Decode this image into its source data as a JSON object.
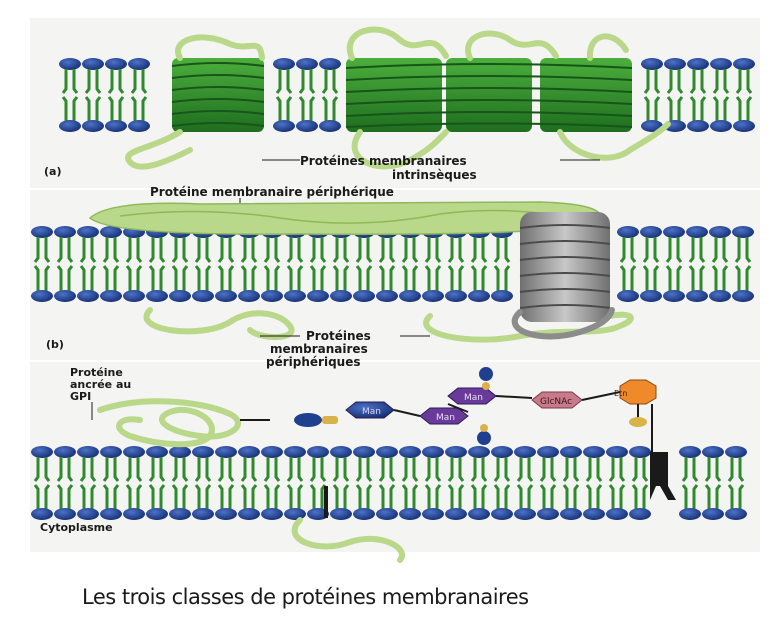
{
  "panel_a": {
    "letter": "(a)",
    "label_line1": "Protéines membranaires",
    "label_line2": "intrinsèques"
  },
  "panel_b": {
    "letter": "(b)",
    "top_label": "Protéine membranaire périphérique",
    "label_line1": "Protéines",
    "label_line2": "membranaires",
    "label_line3": "périphériques"
  },
  "panel_c": {
    "anchor_line1": "Protéine",
    "anchor_line2": "ancrée au",
    "anchor_line3": "GPI",
    "sugars": [
      "Man",
      "Man",
      "Man",
      "GlcNAc",
      "Etn"
    ],
    "cytoplasm_label": "Cytoplasme"
  },
  "caption": "Les trois classes  de protéines membranaires",
  "colors": {
    "lipid_head": "#1f3f8f",
    "lipid_tail": "#2f8a2f",
    "intrinsic_protein": "#2e8b2e",
    "peripheral_protein": "#bcd98a",
    "grey_protein": "#8c8c8c",
    "sugar": "#6a3a9a"
  }
}
